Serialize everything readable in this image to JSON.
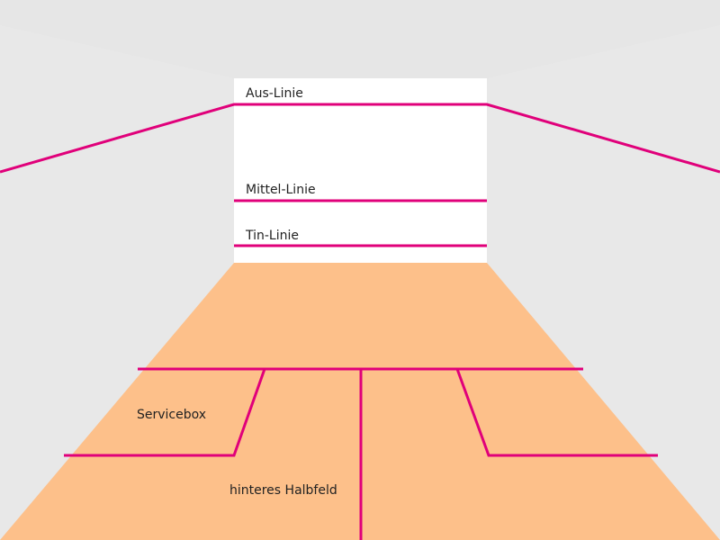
{
  "colors": {
    "ceiling": "#e6e6e6",
    "side_walls": "#e8e8e8",
    "front_wall": "#ffffff",
    "floor": "#fdc08a",
    "lines": "#e0007a"
  },
  "labels": {
    "out_line": "Aus-Linie",
    "middle_line": "Mittel-Linie",
    "tin_line": "Tin-Linie",
    "service_box": "Servicebox",
    "back_half": "hinteres Halbfeld"
  }
}
